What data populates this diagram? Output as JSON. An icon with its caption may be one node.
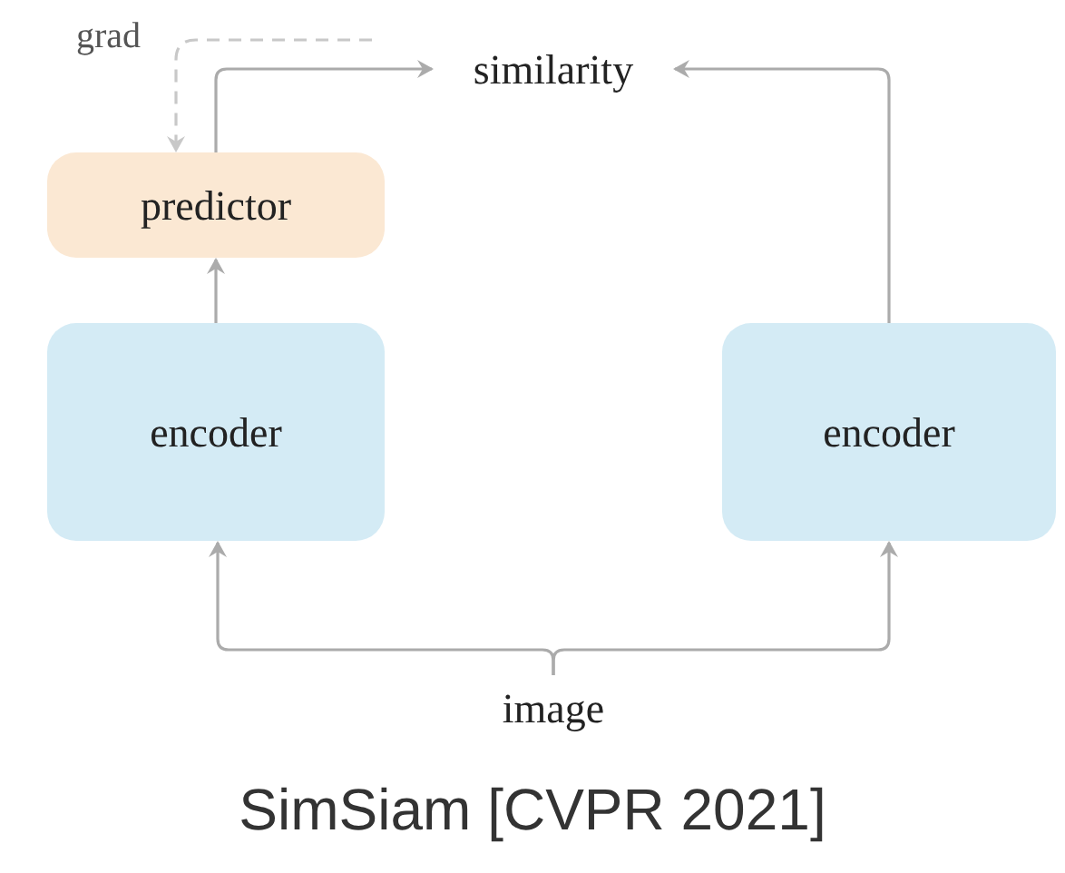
{
  "diagram": {
    "caption": "SimSiam [CVPR 2021]",
    "nodes": [
      {
        "text": [
          "similarity"
        ]
      },
      {
        "text": [
          "predictor"
        ]
      },
      {
        "text": [
          "encoder"
        ]
      },
      {
        "text": [
          "encoder"
        ]
      },
      {
        "text": [
          "image"
        ]
      }
    ],
    "edges": [
      {
        "from": 2,
        "to": 1,
        "arrow": "to"
      },
      {
        "from": 1,
        "to": 0,
        "arrow": "to"
      },
      {
        "from": 3,
        "to": 0,
        "arrow": "to"
      },
      {
        "from": 4,
        "to": 2,
        "arrow": "to"
      },
      {
        "from": 4,
        "to": 3,
        "arrow": "to"
      },
      {
        "from": null,
        "to": 1,
        "arrow": "to",
        "style": "dashed",
        "label": "grad",
        "color": "#c8c8c8"
      }
    ]
  }
}
